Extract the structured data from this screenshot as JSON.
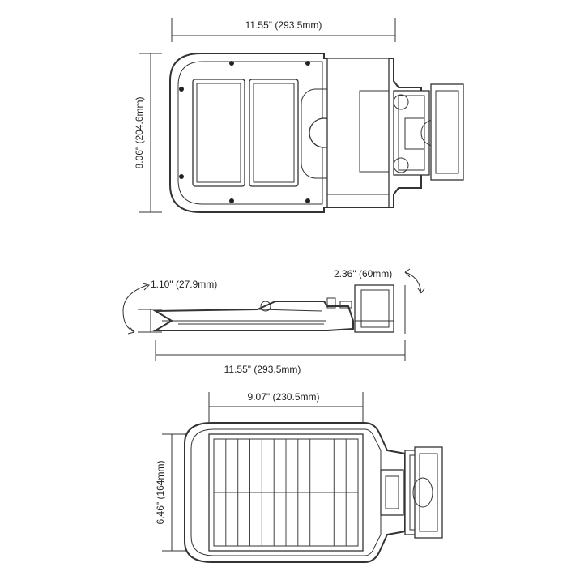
{
  "top_view": {
    "width_label": "11.55\" (293.5mm)",
    "height_label": "8.06\" (204.6mm)"
  },
  "side_view": {
    "thickness_label": "1.10\" (27.9mm)",
    "bracket_label": "2.36\" (60mm)",
    "length_label": "11.55\" (293.5mm)"
  },
  "bottom_view": {
    "panel_width_label": "9.07\" (230.5mm)",
    "panel_height_label": "6.46\" (164mm)"
  }
}
